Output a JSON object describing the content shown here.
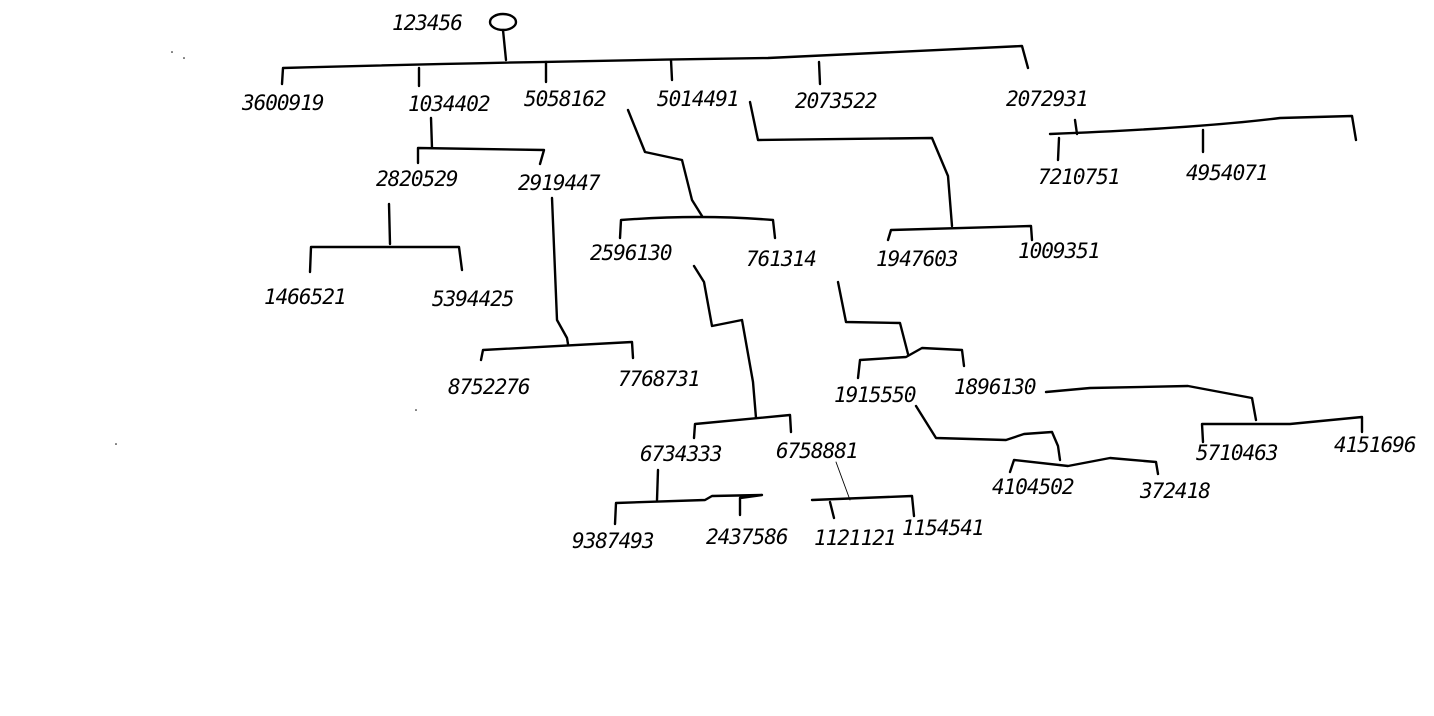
{
  "tree": {
    "root": "123456",
    "level1": [
      "3600919",
      "1034402",
      "5058162",
      "5014491",
      "2073522",
      "2072931"
    ],
    "level2": [
      "2820529",
      "2919447",
      "2596130",
      "761314",
      "1947603",
      "1009351",
      "7210751",
      "4954071"
    ],
    "level3": [
      "1466521",
      "5394425",
      "8752276",
      "7768731",
      "1915550",
      "1896130"
    ],
    "level4": [
      "6734333",
      "6758881",
      "4104502",
      "372418",
      "5710463",
      "4151696"
    ],
    "level5": [
      "9387493",
      "2437586",
      "1121121",
      "1154541"
    ]
  },
  "colors": {
    "ink": "#000000",
    "background": "#ffffff"
  }
}
